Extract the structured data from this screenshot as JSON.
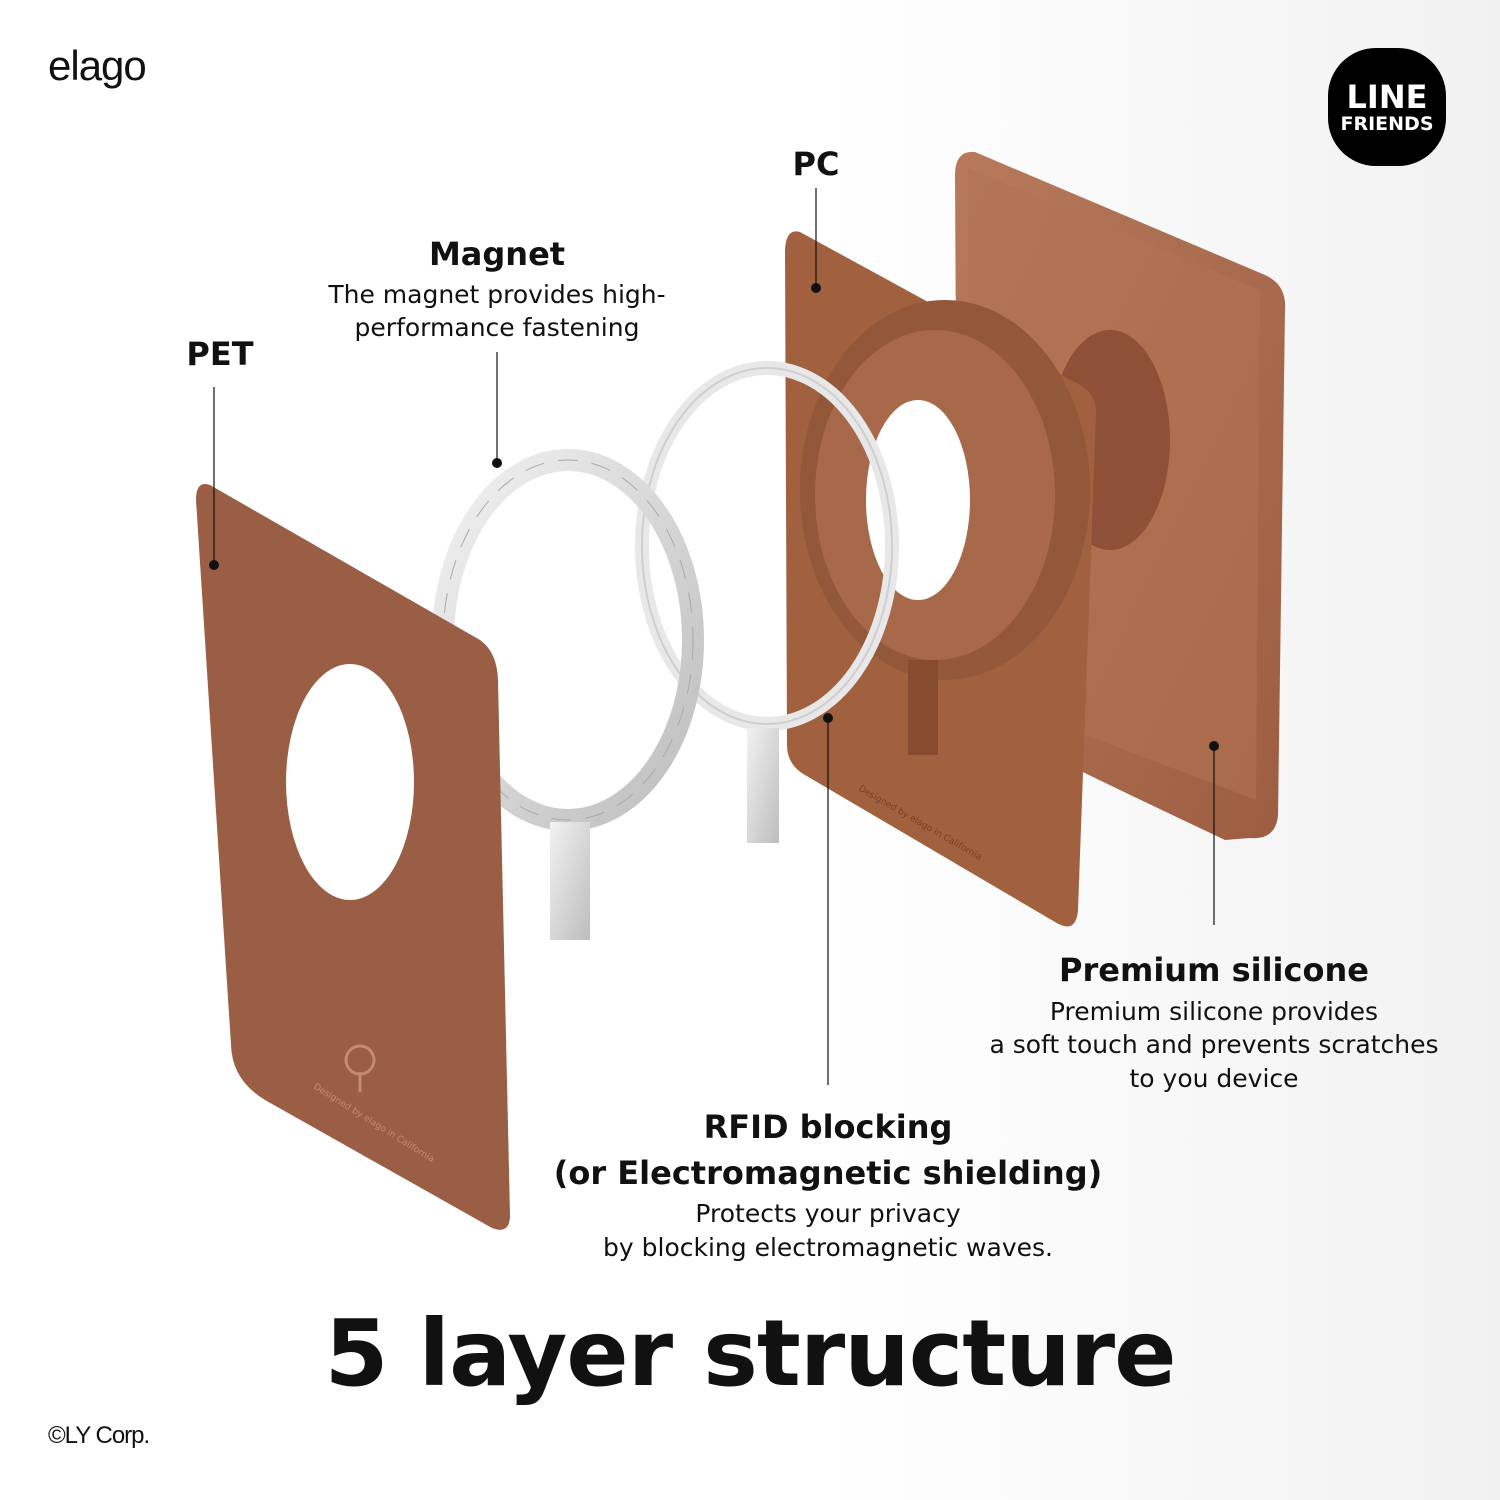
{
  "brand": {
    "logo": "elago",
    "badge_line1": "LINE",
    "badge_line2": "FRIENDS"
  },
  "layers": {
    "pc": {
      "title": "PC"
    },
    "magnet": {
      "title": "Magnet",
      "desc": [
        "The magnet provides high-",
        "performance fastening"
      ]
    },
    "pet": {
      "title": "PET"
    },
    "silicone": {
      "title": "Premium silicone",
      "desc": [
        "Premium silicone provides",
        "a soft touch and prevents scratches",
        "to you device"
      ]
    },
    "rfid": {
      "title": [
        "RFID blocking",
        "(or Electromagnetic shielding)"
      ],
      "desc": [
        "Protects your privacy",
        "by blocking electromagnetic waves."
      ]
    }
  },
  "card_print": "Designed by elago in California",
  "headline": "5 layer structure",
  "copyright": "©LY Corp.",
  "colors": {
    "card": "#9a5e44",
    "silicone": "#a8684b",
    "accent_text": "#111111"
  }
}
